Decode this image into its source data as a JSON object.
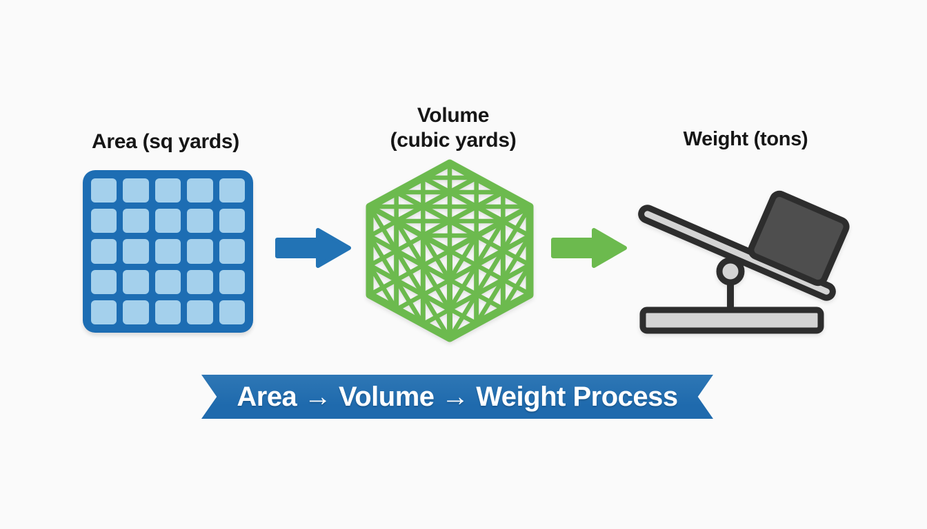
{
  "canvas": {
    "background": "#fafafa"
  },
  "colors": {
    "label_text": "#161616",
    "blue_dark": "#1d6db3",
    "blue_cell": "#a4d0ec",
    "blue_arrow": "#2273b5",
    "green": "#6cba4e",
    "banner_blue": "#1f6aad",
    "banner_text": "#ffffff",
    "scale_outline": "#2d2d2d",
    "scale_fill": "#d4d4d4",
    "weight_box": "#4e4e4e"
  },
  "steps": [
    {
      "id": "area",
      "label": "Area (sq yards)",
      "icon": "grid-icon"
    },
    {
      "id": "volume",
      "label": "Volume",
      "label2": "(cubic yards)",
      "icon": "cube-icon"
    },
    {
      "id": "weight",
      "label": "Weight (tons)",
      "icon": "scale-icon"
    }
  ],
  "arrows": [
    {
      "direction": "right",
      "color": "#2273b5"
    },
    {
      "direction": "right",
      "color": "#6cba4e"
    }
  ],
  "banner": {
    "text": "Area → Volume → Weight Process"
  }
}
